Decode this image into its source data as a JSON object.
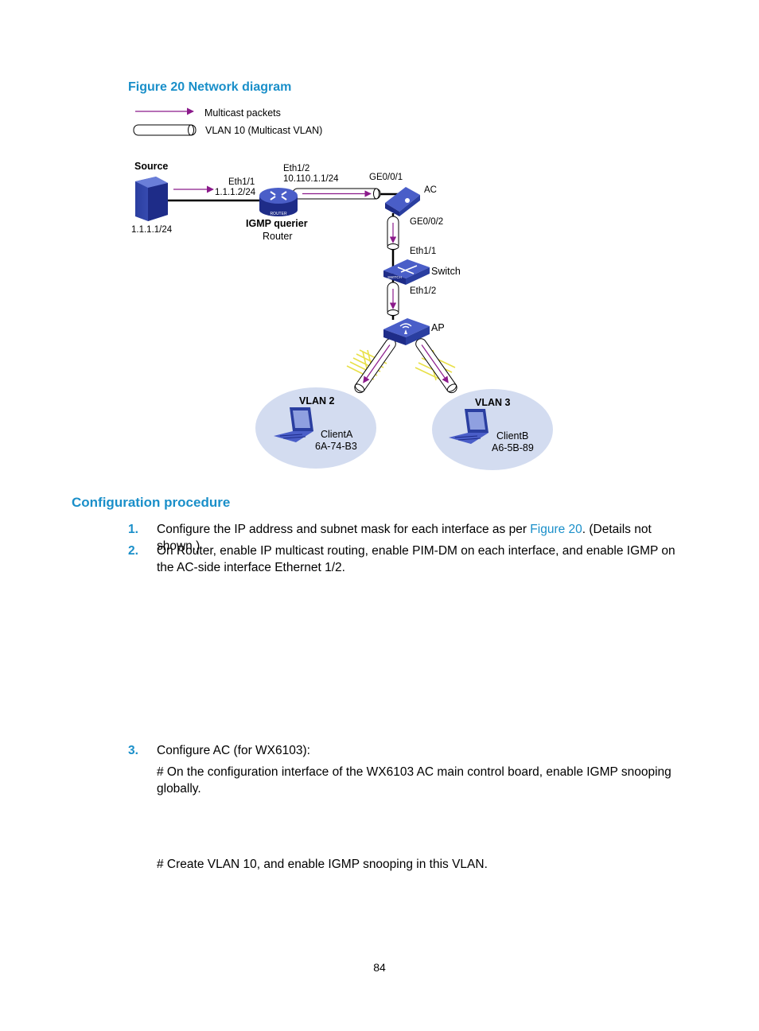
{
  "figure": {
    "caption": "Figure 20 Network diagram",
    "legend": {
      "multicast": "Multicast packets",
      "vlan": "VLAN 10 (Multicast VLAN)"
    },
    "labels": {
      "source": "Source",
      "source_ip": "1.1.1.1/24",
      "router_eth11": "Eth1/1",
      "router_eth11_ip": "1.1.1.2/24",
      "router_eth12": "Eth1/2",
      "router_eth12_ip": "10.110.1.1/24",
      "router_title": "IGMP querier",
      "router_name": "Router",
      "ac_ge001": "GE0/0/1",
      "ac_name": "AC",
      "ac_ge002": "GE0/0/2",
      "switch_eth11": "Eth1/1",
      "switch_name": "Switch",
      "switch_eth12": "Eth1/2",
      "ap_name": "AP",
      "vlan2": "VLAN 2",
      "clientA": "ClientA",
      "clientA_mac": "6A-74-B3",
      "vlan3": "VLAN 3",
      "clientB": "ClientB",
      "clientB_mac": "A6-5B-89"
    },
    "device_badges": {
      "router": "ROUTER",
      "switch": "SWITCH"
    }
  },
  "section_title": "Configuration procedure",
  "steps": [
    {
      "num": "1.",
      "text_before": "Configure the IP address and subnet mask for each interface as per ",
      "link": "Figure 20",
      "text_after": ". (Details not shown.)"
    },
    {
      "num": "2.",
      "text": "On Router, enable IP multicast routing, enable PIM-DM on each interface, and enable IGMP on the AC-side interface Ethernet 1/2."
    },
    {
      "num": "3.",
      "text": "Configure AC (for WX6103):"
    }
  ],
  "paragraphs": {
    "p1": "# On the configuration interface of the WX6103 AC main control board, enable IGMP snooping globally.",
    "p2": "# Create VLAN 10, and enable IGMP snooping in this VLAN."
  },
  "page_number": "84",
  "colors": {
    "heading": "#1a8fc9",
    "arrow": "#8b1a8b",
    "device": "#2a3ea0",
    "vlan_cloud": "#d3dcf0",
    "signal": "#e8e048"
  }
}
